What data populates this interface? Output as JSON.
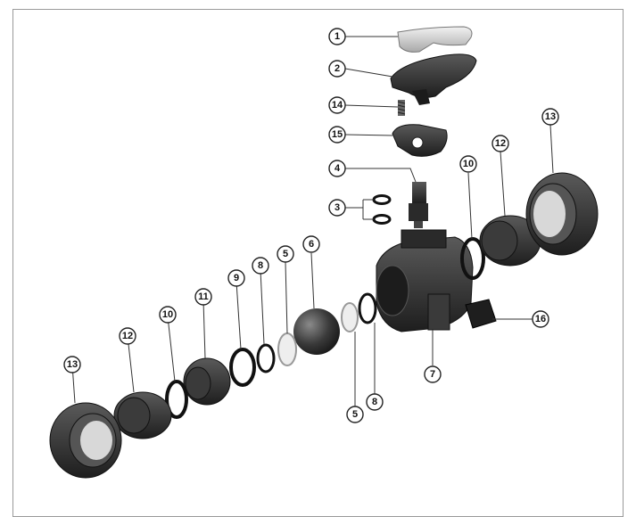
{
  "diagram": {
    "callouts": [
      {
        "id": "c1",
        "text": "1"
      },
      {
        "id": "c2",
        "text": "2"
      },
      {
        "id": "c14",
        "text": "14"
      },
      {
        "id": "c15",
        "text": "15"
      },
      {
        "id": "c4",
        "text": "4"
      },
      {
        "id": "c3",
        "text": "3"
      },
      {
        "id": "c10a",
        "text": "10"
      },
      {
        "id": "c12a",
        "text": "12"
      },
      {
        "id": "c13a",
        "text": "13"
      },
      {
        "id": "c6",
        "text": "6"
      },
      {
        "id": "c5a",
        "text": "5"
      },
      {
        "id": "c8a",
        "text": "8"
      },
      {
        "id": "c9",
        "text": "9"
      },
      {
        "id": "c11",
        "text": "11"
      },
      {
        "id": "c10b",
        "text": "10"
      },
      {
        "id": "c12b",
        "text": "12"
      },
      {
        "id": "c13b",
        "text": "13"
      },
      {
        "id": "c16",
        "text": "16"
      },
      {
        "id": "c7",
        "text": "7"
      },
      {
        "id": "c5b",
        "text": "5"
      },
      {
        "id": "c8b",
        "text": "8"
      }
    ],
    "colors": {
      "part_dark": "#2f2f2f",
      "part_mid": "#555555",
      "part_light": "#dcdcdc",
      "ring": "#111111",
      "line": "#333333"
    }
  }
}
